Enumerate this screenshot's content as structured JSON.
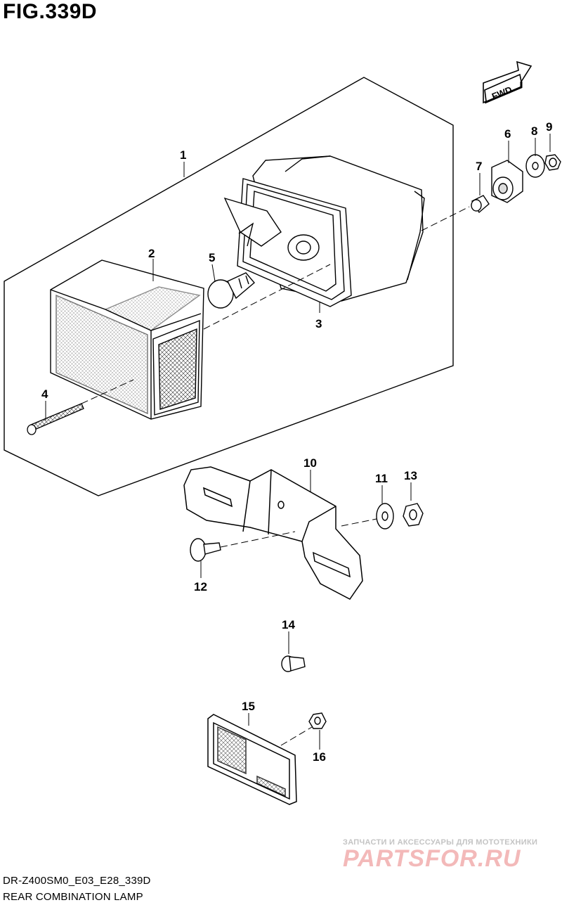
{
  "figure": {
    "title": "FIG.339D"
  },
  "fwd_label": "FWD",
  "callouts": {
    "c1": "1",
    "c2": "2",
    "c3": "3",
    "c4": "4",
    "c5": "5",
    "c6": "6",
    "c7": "7",
    "c8": "8",
    "c9": "9",
    "c10": "10",
    "c11": "11",
    "c12": "12",
    "c13": "13",
    "c14": "14",
    "c15": "15",
    "c16": "16"
  },
  "footer": {
    "code": "DR-Z400SM0_E03_E28_339D",
    "name": "REAR COMBINATION LAMP"
  },
  "watermark": {
    "tagline": "ЗАПЧАСТИ И АКСЕССУАРЫ ДЛЯ МОТОТЕХНИКИ",
    "logo": "PARTSFOR.RU"
  }
}
